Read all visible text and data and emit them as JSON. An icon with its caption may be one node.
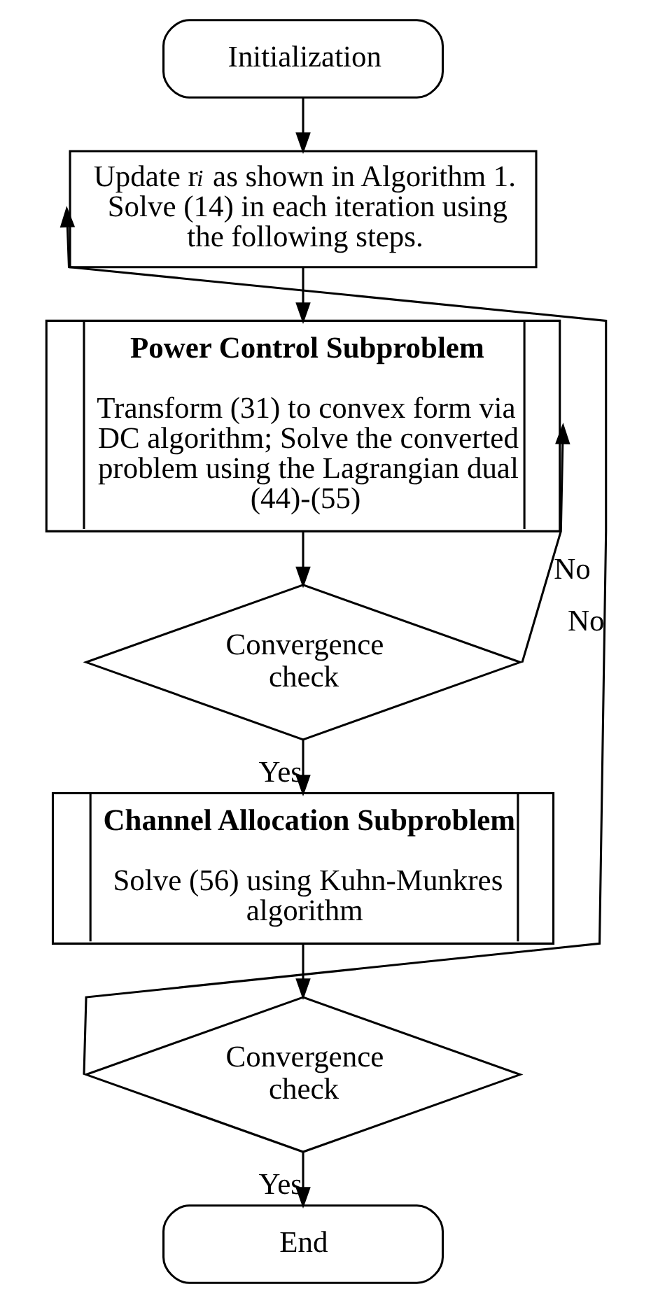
{
  "diagram": {
    "nodes": [
      {
        "text": [
          "Initialization"
        ]
      },
      {
        "text": [
          "Update r$_{i}$ as shown in Algorithm 1. Solve (14) in each iteration using the following steps."
        ]
      },
      {
        "text": [
          "Power Control Subproblem",
          "Transform (31) to convex form via DC algorithm; Solve the converted problem using the Lagrangian dual (44)-(55)"
        ]
      },
      {
        "text": [
          "Convergence check"
        ]
      },
      {
        "text": [
          "Channel Allocation Subproblem",
          "Solve (56) using Kuhn-Munkres algorithm"
        ]
      },
      {
        "text": [
          "Convergence check"
        ]
      },
      {
        "text": [
          "End"
        ]
      }
    ],
    "edges": [
      {
        "from": 0,
        "to": 1,
        "arrow": "to"
      },
      {
        "from": 1,
        "to": 2,
        "arrow": "to"
      },
      {
        "from": 2,
        "to": 3,
        "arrow": "to"
      },
      {
        "from": 3,
        "to": 4,
        "arrow": "to",
        "label": "Yes"
      },
      {
        "from": 3,
        "to": 2,
        "arrow": "to",
        "label": "No"
      },
      {
        "from": 4,
        "to": 5,
        "arrow": "to"
      },
      {
        "from": 5,
        "to": 6,
        "arrow": "to",
        "label": "Yes"
      },
      {
        "from": 5,
        "to": 1,
        "arrow": "to",
        "label": "No"
      }
    ]
  }
}
